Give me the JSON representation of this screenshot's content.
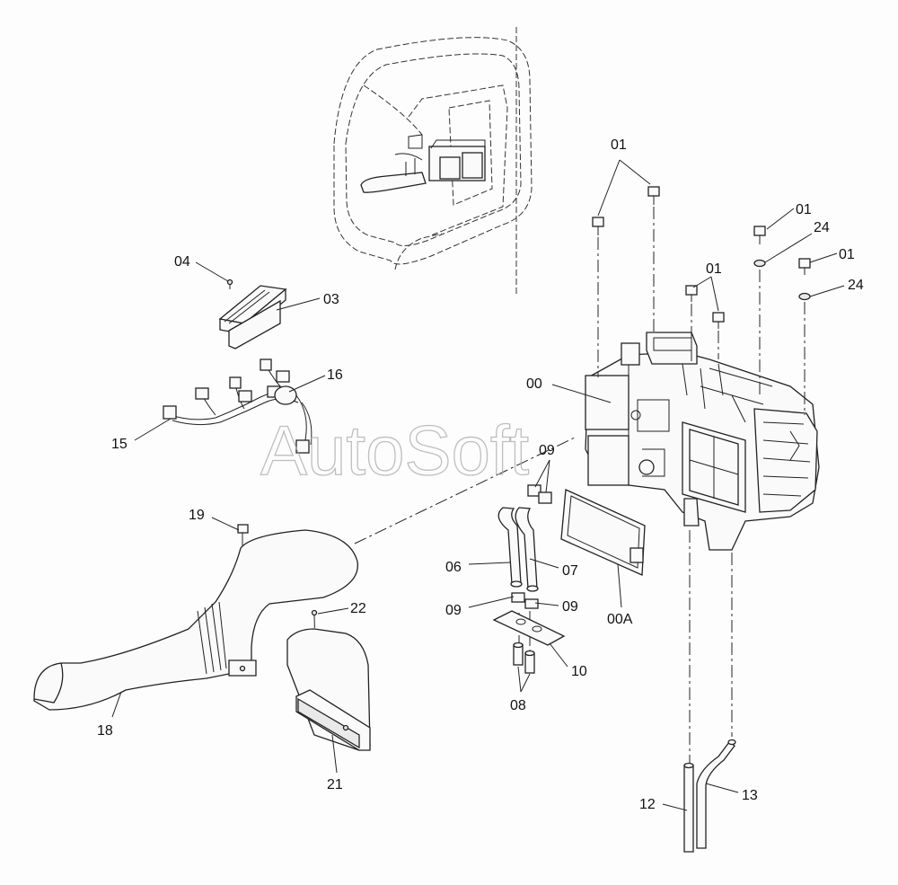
{
  "watermark": "AutoSoft",
  "labels": {
    "p00": "00",
    "p00A": "00A",
    "p01_a": "01",
    "p01_b": "01",
    "p01_c": "01",
    "p01_d": "01",
    "p03": "03",
    "p04": "04",
    "p06": "06",
    "p07": "07",
    "p08": "08",
    "p09_a": "09",
    "p09_b": "09",
    "p09_c": "09",
    "p10": "10",
    "p12": "12",
    "p13": "13",
    "p15": "15",
    "p16": "16",
    "p18": "18",
    "p19": "19",
    "p21": "21",
    "p22": "22",
    "p24_a": "24",
    "p24_b": "24"
  }
}
